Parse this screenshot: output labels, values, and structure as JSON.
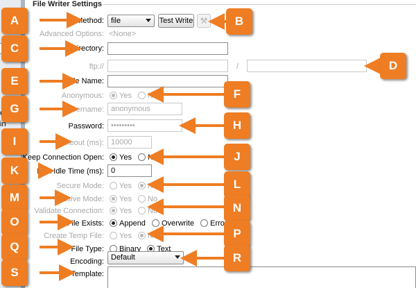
{
  "section": {
    "title": "File Writer Settings"
  },
  "left_fragments": [
    "ec",
    "in"
  ],
  "method": {
    "label": "Method:",
    "value": "file",
    "test_button": "Test Write",
    "browse_icon": "wrench-icon"
  },
  "advanced": {
    "label": "Advanced Options:",
    "value": "<None>"
  },
  "directory": {
    "label": "Directory:",
    "value": ""
  },
  "ftp": {
    "label": "ftp://",
    "host": "",
    "separator": "/",
    "path": ""
  },
  "file_name": {
    "label": "File Name:",
    "value": ""
  },
  "anonymous": {
    "label": "Anonymous:",
    "options": [
      "Yes",
      "No"
    ],
    "selected": "Yes",
    "enabled": false
  },
  "username": {
    "label": "Username:",
    "value": "anonymous"
  },
  "password": {
    "label": "Password:",
    "value": "•••••••••"
  },
  "timeout": {
    "label": "Timeout (ms):",
    "value": "10000"
  },
  "keep_connection": {
    "label": "Keep Connection Open:",
    "options": [
      "Yes",
      "No"
    ],
    "selected": "Yes",
    "enabled": true
  },
  "max_idle": {
    "label": "Max Idle Time (ms):",
    "value": "0"
  },
  "secure_mode": {
    "label": "Secure Mode:",
    "options": [
      "Yes",
      "No"
    ],
    "selected": "No",
    "enabled": false
  },
  "passive_mode": {
    "label": "Passive Mode:",
    "options": [
      "Yes",
      "No"
    ],
    "selected": "Yes",
    "enabled": false
  },
  "validate_connection": {
    "label": "Validate Connection:",
    "options": [
      "Yes",
      "No"
    ],
    "selected": "Yes",
    "enabled": false
  },
  "file_exists": {
    "label": "File Exists:",
    "options": [
      "Append",
      "Overwrite",
      "Error"
    ],
    "selected": "Append",
    "enabled": true
  },
  "create_temp": {
    "label": "Create Temp File:",
    "options": [
      "Yes",
      "No"
    ],
    "selected": "No",
    "enabled": false
  },
  "file_type": {
    "label": "File Type:",
    "options": [
      "Binary",
      "Text"
    ],
    "selected": "Text",
    "enabled": true
  },
  "encoding": {
    "label": "Encoding:",
    "value": "Default"
  },
  "template": {
    "label": "Template:",
    "value": ""
  },
  "callouts": [
    "A",
    "B",
    "C",
    "D",
    "E",
    "F",
    "G",
    "H",
    "I",
    "J",
    "K",
    "L",
    "M",
    "N",
    "O",
    "P",
    "Q",
    "R",
    "S"
  ],
  "colors": {
    "callout": "#ee7d23",
    "disabled_text": "#a8a8a8",
    "left_strip_edge": "#a9b6c6"
  }
}
